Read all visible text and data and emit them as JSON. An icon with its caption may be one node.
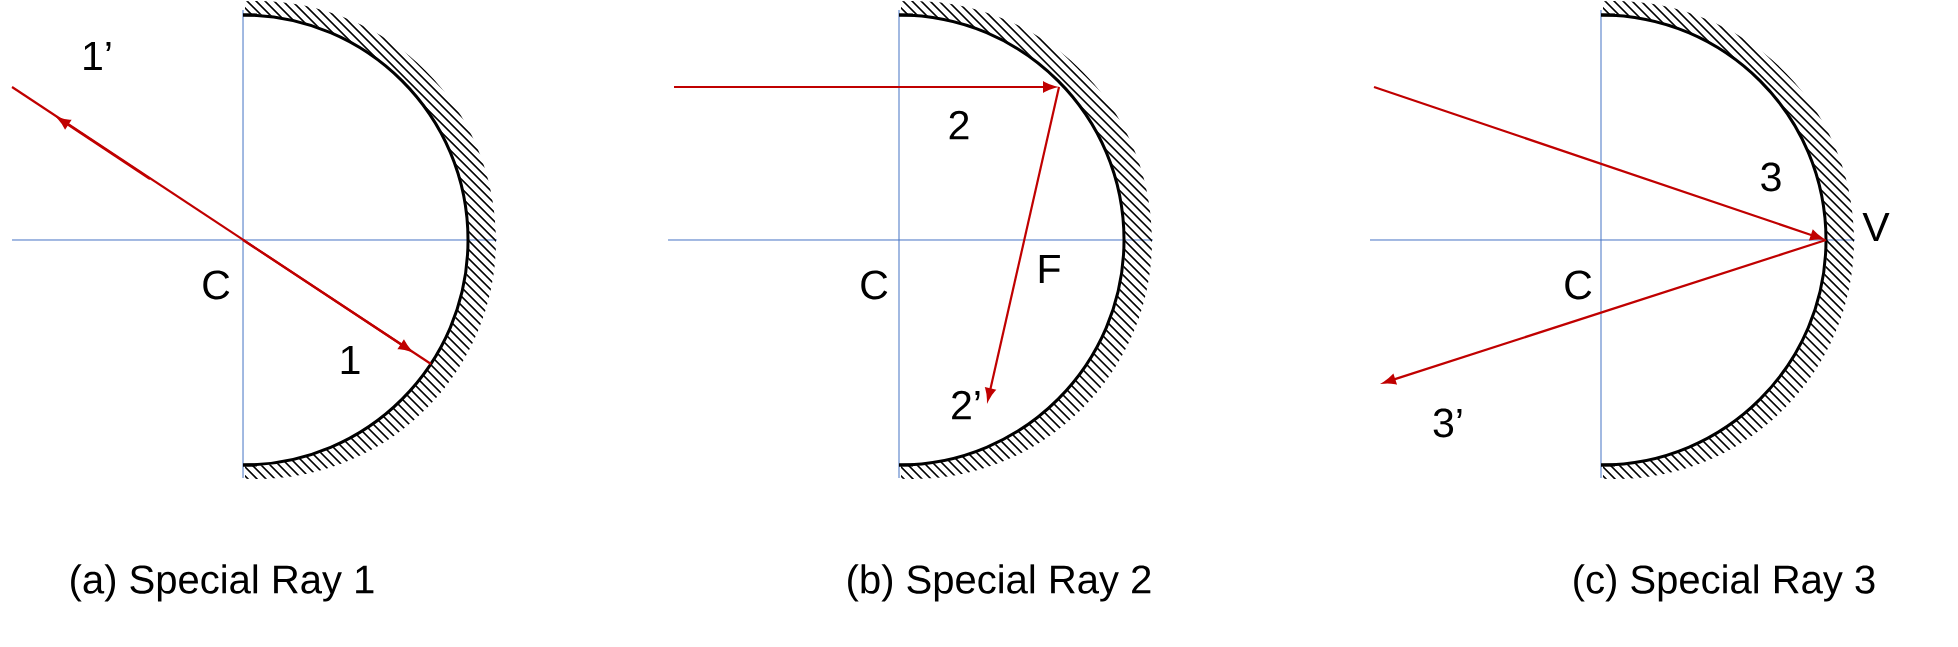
{
  "diagram": {
    "labels": [
      "1’",
      "C",
      "1",
      "2",
      "C",
      "F",
      "2’",
      "3",
      "V",
      "C",
      "3’",
      "(a) Special Ray 1",
      "(b) Special Ray 2",
      "(c) Special Ray 3"
    ]
  }
}
